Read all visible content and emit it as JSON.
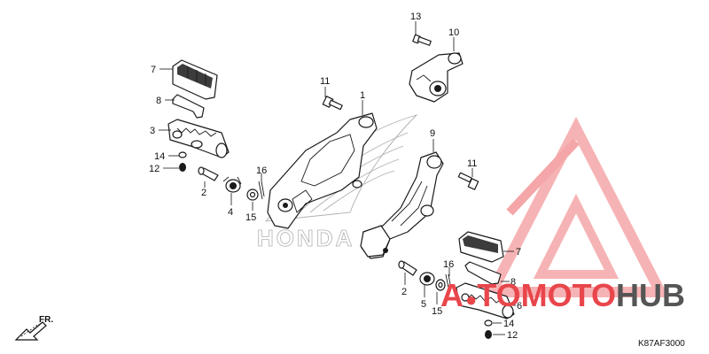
{
  "diagram": {
    "callouts": [
      {
        "id": "c13a",
        "label": "13"
      },
      {
        "id": "c10",
        "label": "10"
      },
      {
        "id": "c7a",
        "label": "7"
      },
      {
        "id": "c8a",
        "label": "8"
      },
      {
        "id": "c11a",
        "label": "11"
      },
      {
        "id": "c1",
        "label": "1"
      },
      {
        "id": "c3",
        "label": "3"
      },
      {
        "id": "c9",
        "label": "9"
      },
      {
        "id": "c14a",
        "label": "14"
      },
      {
        "id": "c12a",
        "label": "12"
      },
      {
        "id": "c16a",
        "label": "16"
      },
      {
        "id": "c11b",
        "label": "11"
      },
      {
        "id": "c2a",
        "label": "2"
      },
      {
        "id": "c4",
        "label": "4"
      },
      {
        "id": "c15a",
        "label": "15"
      },
      {
        "id": "c7b",
        "label": "7"
      },
      {
        "id": "c16b",
        "label": "16"
      },
      {
        "id": "c8b",
        "label": "8"
      },
      {
        "id": "c2b",
        "label": "2"
      },
      {
        "id": "c5",
        "label": "5"
      },
      {
        "id": "c6",
        "label": "6"
      },
      {
        "id": "c15b",
        "label": "15"
      },
      {
        "id": "c14b",
        "label": "14"
      },
      {
        "id": "c12b",
        "label": "12"
      }
    ],
    "direction_label": "FR.",
    "diagram_code": "K87AF3000",
    "background_brand": "HONDA"
  },
  "watermark": {
    "text_part1": "A",
    "text_part2": "TOMOTO",
    "text_part3": "HUB",
    "color_red": "#e8464b",
    "color_gray": "#555555",
    "color_red_light": "#f4a6a8"
  }
}
